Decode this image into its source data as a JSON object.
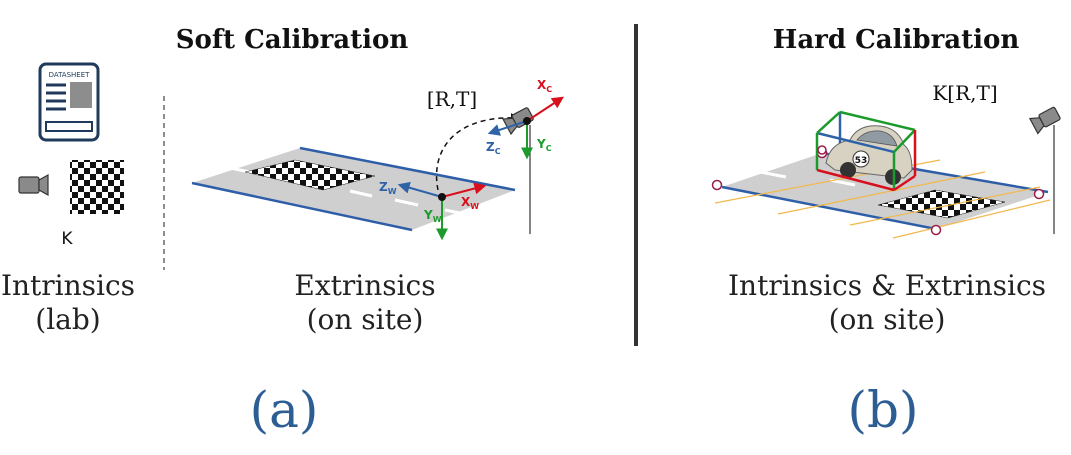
{
  "panel_a": {
    "title": "Soft Calibration",
    "datasheet_label": "DATASHEET",
    "k_label": "K",
    "caption_intrinsics": "Intrinsics",
    "caption_intrinsics_sub": "(lab)",
    "caption_extrinsics": "Extrinsics",
    "caption_extrinsics_sub": "(on site)",
    "transform_label": "[R,T]",
    "axes": {
      "zw": "Z",
      "zw_sub": "W",
      "xw": "X",
      "xw_sub": "W",
      "yw": "Y",
      "yw_sub": "W",
      "zc": "Z",
      "zc_sub": "C",
      "xc": "X",
      "xc_sub": "C",
      "yc": "Y",
      "yc_sub": "C"
    },
    "panel_label": "(a)"
  },
  "panel_b": {
    "title": "Hard Calibration",
    "projection_label": "K[R,T]",
    "car_number": "53",
    "caption": "Intrinsics & Extrinsics",
    "caption_sub": "(on site)",
    "panel_label": "(b)"
  },
  "colors": {
    "x_axis": "#d8101d",
    "y_axis": "#1c9a2c",
    "z_axis": "#2f63a8",
    "road": "#cfcfcf",
    "road_edge": "#2f5ea8",
    "datasheet": "#1f3a5c",
    "label_blue": "#2c5e94",
    "divider": "#333333",
    "yellow_lines": "#f2b84a"
  }
}
